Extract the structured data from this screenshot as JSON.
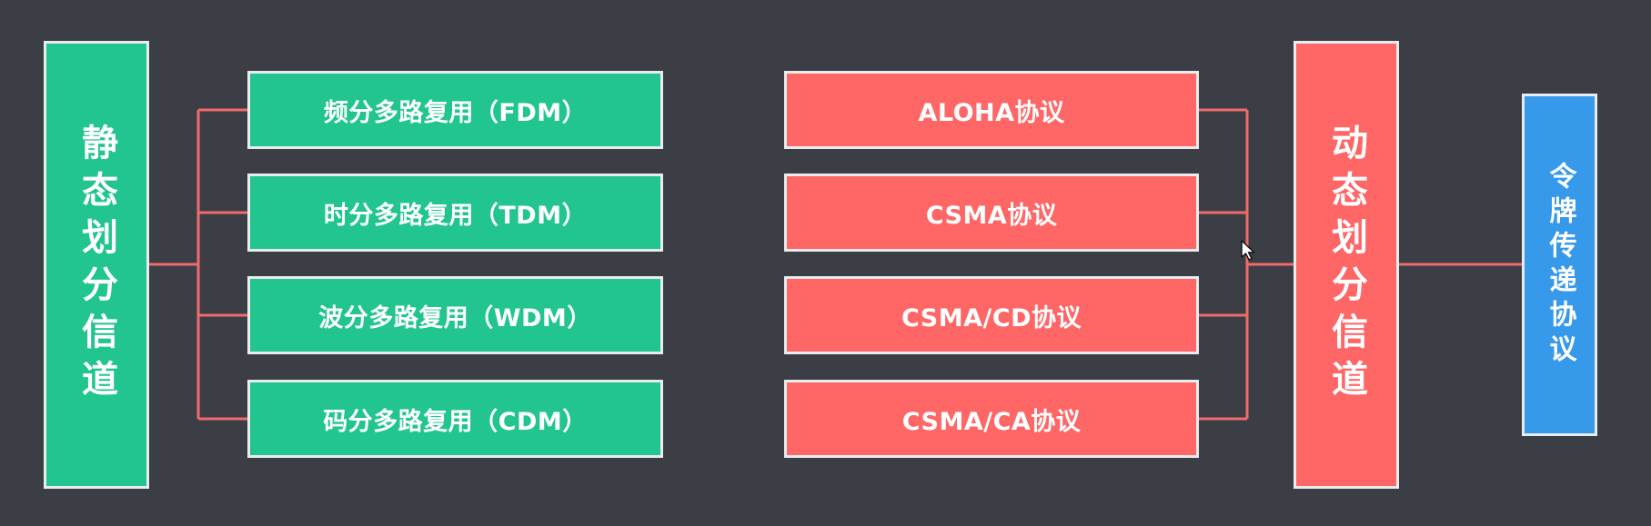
{
  "static_channel": {
    "label": "静态划分信道",
    "methods": [
      "频分多路复用（FDM）",
      "时分多路复用（TDM）",
      "波分多路复用（WDM）",
      "码分多路复用（CDM）"
    ]
  },
  "dynamic_channel": {
    "label": "动态划分信道",
    "protocols": [
      "ALOHA协议",
      "CSMA协议",
      "CSMA/CD协议",
      "CSMA/CA协议"
    ]
  },
  "token_passing": {
    "label": "令牌传递协议"
  },
  "colors": {
    "background": "#3b3e45",
    "static": "#22c58f",
    "dynamic": "#ff6666",
    "token": "#3799ea",
    "connector": "#f06b6b",
    "border": "#e9ecee"
  },
  "icons": {
    "cursor": "mouse-pointer-icon"
  }
}
